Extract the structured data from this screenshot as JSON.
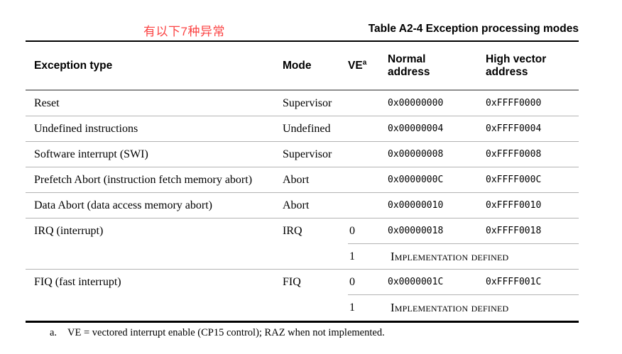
{
  "annotation": {
    "text": "有以下7种异常",
    "translation_note": "red handwritten-style note",
    "color": "#fb4343"
  },
  "table": {
    "title": "Table A2-4 Exception processing modes",
    "header": {
      "exception_type": "Exception type",
      "mode": "Mode",
      "ve": "VE",
      "ve_footnote_ref": "a",
      "normal_address": "Normal address",
      "high_vector_address": "High vector address"
    },
    "rows": [
      {
        "exception": "Reset",
        "mode": "Supervisor",
        "ve": "",
        "normal": "0x00000000",
        "high": "0xFFFF0000"
      },
      {
        "exception": "Undefined instructions",
        "mode": "Undefined",
        "ve": "",
        "normal": "0x00000004",
        "high": "0xFFFF0004"
      },
      {
        "exception": "Software interrupt (SWI)",
        "mode": "Supervisor",
        "ve": "",
        "normal": "0x00000008",
        "high": "0xFFFF0008"
      },
      {
        "exception": "Prefetch Abort (instruction fetch memory abort)",
        "mode": "Abort",
        "ve": "",
        "normal": "0x0000000C",
        "high": "0xFFFF000C"
      },
      {
        "exception": "Data Abort (data access memory abort)",
        "mode": "Abort",
        "ve": "",
        "normal": "0x00000010",
        "high": "0xFFFF0010"
      },
      {
        "exception": "IRQ (interrupt)",
        "mode": "IRQ",
        "ve": "0",
        "normal": "0x00000018",
        "high": "0xFFFF0018"
      },
      {
        "exception": "",
        "mode": "",
        "ve": "1",
        "label": "Implementation defined"
      },
      {
        "exception": "FIQ (fast interrupt)",
        "mode": "FIQ",
        "ve": "0",
        "normal": "0x0000001C",
        "high": "0xFFFF001C"
      },
      {
        "exception": "",
        "mode": "",
        "ve": "1",
        "label": "Implementation defined"
      }
    ],
    "footnote": {
      "marker": "a.",
      "text": "VE = vectored interrupt enable (CP15 control); RAZ when not implemented."
    }
  },
  "colors": {
    "annotation_red": "#fb4343",
    "rule_black": "#000000",
    "header_rule_gray": "#8e8e8e",
    "row_separator_gray": "#b3b3b3",
    "background": "#ffffff"
  }
}
